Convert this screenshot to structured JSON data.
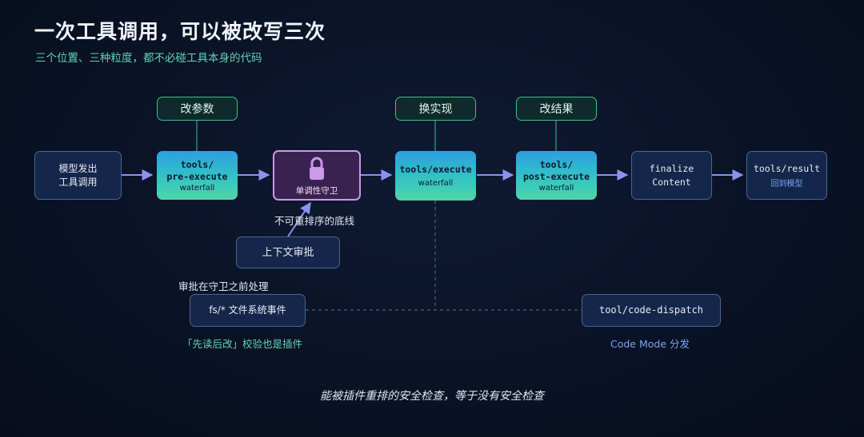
{
  "title": "一次工具调用，可以被改写三次",
  "subtitle": "三个位置、三种粒度，都不必碰工具本身的代码",
  "tags": {
    "pre": "改参数",
    "exec": "换实现",
    "post": "改结果"
  },
  "nodes": {
    "model": {
      "line1": "模型发出",
      "line2": "工具调用"
    },
    "pre": {
      "line1": "tools/",
      "line2": "pre-execute",
      "sub": "waterfall"
    },
    "guard": {
      "label": "单调性守卫"
    },
    "exec": {
      "line1": "tools/execute",
      "sub": "waterfall"
    },
    "post": {
      "line1": "tools/",
      "line2": "post-execute",
      "sub": "waterfall"
    },
    "finalize": {
      "line1": "finalize",
      "line2": "Content"
    },
    "result": {
      "line1": "tools/result",
      "sub": "回到模型"
    }
  },
  "guard_note": "不可重排序的底线",
  "approval": {
    "box": "上下文审批",
    "note": "审批在守卫之前处理"
  },
  "fs": {
    "box": "fs/* 文件系统事件",
    "note": "「先读后改」校验也是插件"
  },
  "dispatch": {
    "box": "tool/code-dispatch",
    "note": "Code Mode 分发"
  },
  "footer": "能被插件重排的安全检查，等于没有安全检查",
  "colors": {
    "background": "#0a1226",
    "accent_green": "#5fd6b8",
    "accent_blue": "#7aa7f0",
    "guard_border": "#c99be8",
    "arrow": "#8a93f0"
  }
}
